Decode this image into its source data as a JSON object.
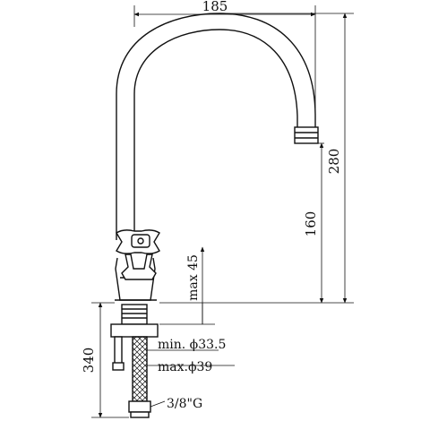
{
  "dimensions": {
    "spout_reach": "185",
    "total_height": "280",
    "spout_height": "160",
    "max_deck_thickness": "max 45",
    "supply_length": "340",
    "min_hole": "min. ϕ33.5",
    "max_hole": "max.ϕ39",
    "thread": "3/8\"G"
  },
  "colors": {
    "line": "#111111",
    "background": "#ffffff"
  }
}
